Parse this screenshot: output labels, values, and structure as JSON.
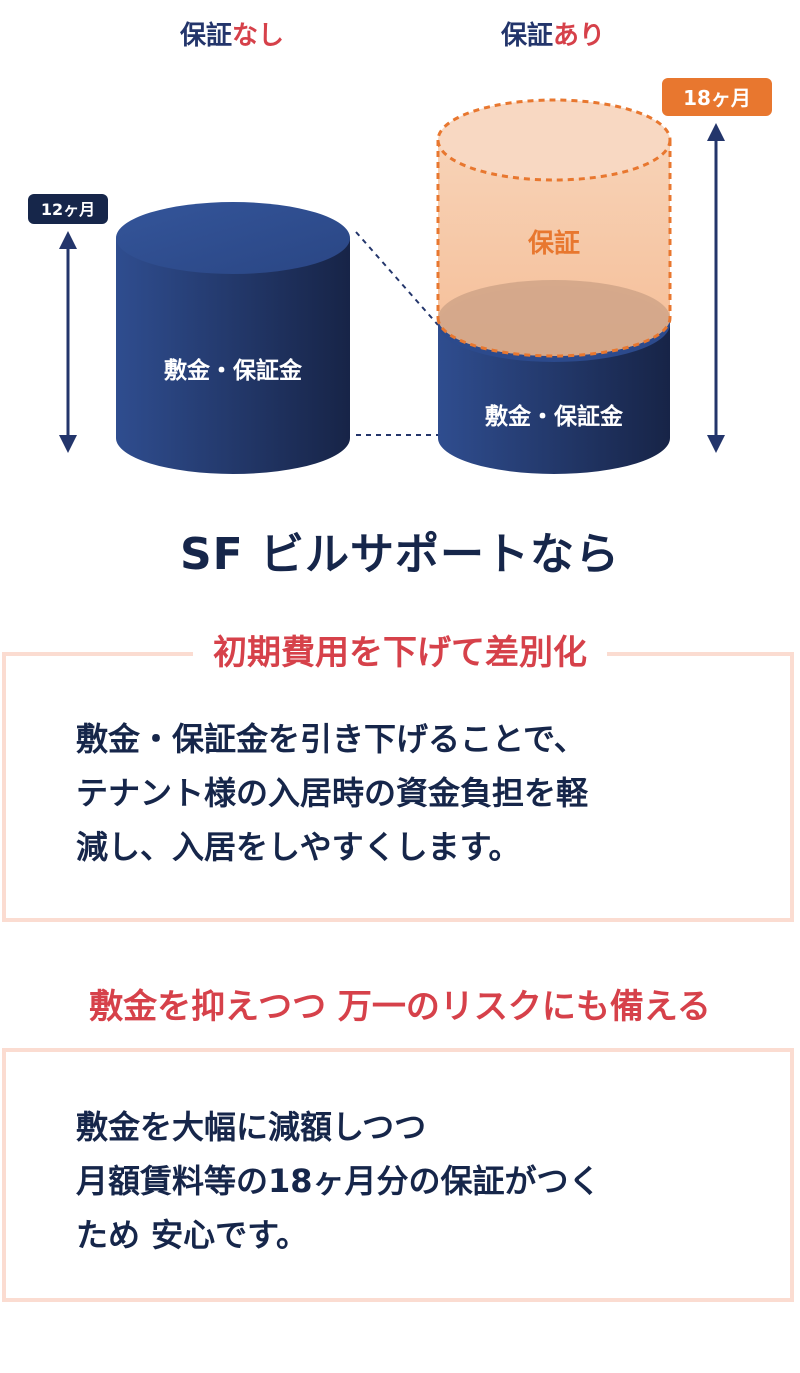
{
  "diagram": {
    "label_without": {
      "base": "保証",
      "suffix": "なし"
    },
    "label_with": {
      "base": "保証",
      "suffix": "あり"
    },
    "left_badge": "12ヶ月",
    "right_badge": "18ヶ月",
    "left_cylinder_label": "敷金・保証金",
    "right_cylinder_label": "敷金・保証金",
    "guarantee_label": "保証",
    "colors": {
      "navy": "#23356b",
      "navy_light": "#2c4a8c",
      "red": "#d6414a",
      "orange": "#e8772f",
      "peach": "#f6c29c",
      "peach_top": "#f8d7c0"
    }
  },
  "headline": "SF ビルサポートなら",
  "sections": [
    {
      "title_lines": [
        "初期費用を下げて差別化"
      ],
      "body_lines": [
        "敷金・保証金を引き下げることで、",
        "テナント様の入居時の資金負担を軽",
        "減し、入居をしやすくします。"
      ]
    },
    {
      "title_lines": [
        "敷金を抑えつつ",
        "万一のリスクにも備える"
      ],
      "body_lines": [
        "敷金を大幅に減額しつつ",
        "月額賃料等の18ヶ月分の保証がつく",
        "ため 安心です。"
      ]
    }
  ]
}
